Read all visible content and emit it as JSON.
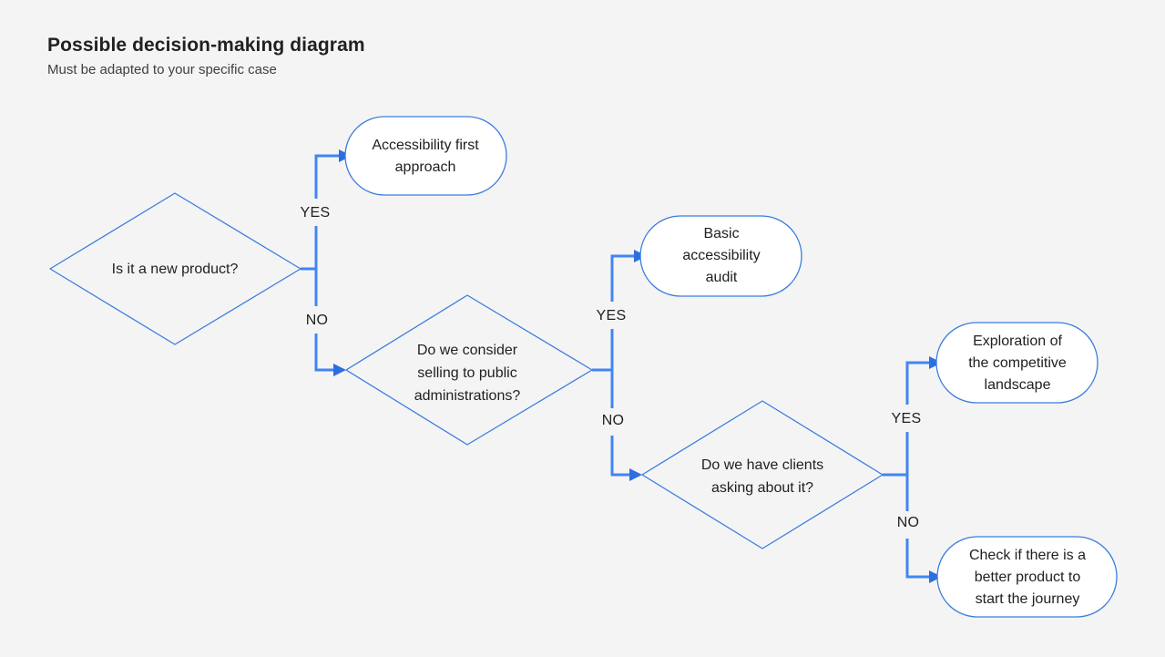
{
  "page": {
    "background_color": "#f4f4f4",
    "title": "Possible decision-making diagram",
    "subtitle": "Must be adapted to your specific case"
  },
  "theme": {
    "connector_color": "#4285f4",
    "shape_border_color": "#3b7ddd",
    "shape_fill": "#ffffff",
    "text_color": "#202124"
  },
  "diagram": {
    "type": "flowchart",
    "decisions": [
      {
        "id": "decision-1",
        "text": "Is it a new product?",
        "lines": [
          "Is it a new product?"
        ],
        "yes_label": "YES",
        "no_label": "NO",
        "yes_target": "Accessibility first approach",
        "no_target": "Do we consider selling to public administrations?"
      },
      {
        "id": "decision-2",
        "text": "Do we consider selling to public administrations?",
        "lines": [
          "Do we consider",
          "selling to public",
          "administrations?"
        ],
        "yes_label": "YES",
        "no_label": "NO",
        "yes_target": "Basic accessibility audit",
        "no_target": "Do we have clients asking about it?"
      },
      {
        "id": "decision-3",
        "text": "Do we have clients asking about it?",
        "lines": [
          "Do we have clients",
          "asking about it?"
        ],
        "yes_label": "YES",
        "no_label": "NO",
        "yes_target": "Exploration of the competitive landscape",
        "no_target": "Check if there is a better product to start the journey"
      }
    ],
    "outcomes": [
      {
        "id": "outcome-1",
        "text": "Accessibility first approach",
        "lines": [
          "Accessibility first",
          "approach"
        ]
      },
      {
        "id": "outcome-2",
        "text": "Basic accessibility audit",
        "lines": [
          "Basic",
          "accessibility",
          "audit"
        ]
      },
      {
        "id": "outcome-3",
        "text": "Exploration of the competitive landscape",
        "lines": [
          "Exploration of",
          "the competitive",
          "landscape"
        ]
      },
      {
        "id": "outcome-4",
        "text": "Check if there is a better product to start the journey",
        "lines": [
          "Check if there is a",
          "better product to",
          "start the journey"
        ]
      }
    ]
  }
}
